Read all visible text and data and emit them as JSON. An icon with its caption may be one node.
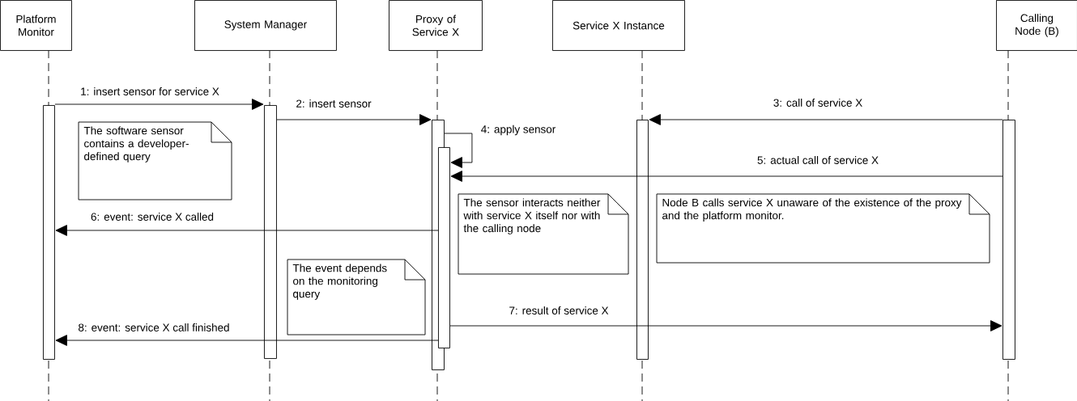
{
  "diagram": {
    "nodes": [
      {
        "text": [
          "Platform Monitor"
        ]
      },
      {
        "text": [
          "System Manager"
        ]
      },
      {
        "text": [
          "Proxy of Service X"
        ]
      },
      {
        "text": [
          "Service X Instance"
        ]
      },
      {
        "text": [
          "Calling Node (B)"
        ]
      },
      {
        "text": [],
        "shape": "bar"
      },
      {
        "text": [],
        "shape": "bar"
      },
      {
        "text": [],
        "shape": "bar"
      },
      {
        "text": [],
        "shape": "bar"
      },
      {
        "text": [],
        "shape": "bar"
      },
      {
        "text": [],
        "shape": "bar"
      },
      {
        "text": [
          "The software sensor contains a developer-defined query"
        ]
      },
      {
        "text": [
          "The sensor interacts neither with service X itself nor with the calling node"
        ]
      },
      {
        "text": [
          "Node B calls service X unaware of the existence of the proxy and the platform monitor."
        ]
      },
      {
        "text": [
          "The event depends on the monitoring query"
        ]
      }
    ],
    "edges": [
      {
        "from": 5,
        "to": 6,
        "arrow": "to",
        "label": "1: insert sensor for service X"
      },
      {
        "from": 6,
        "to": 7,
        "arrow": "to",
        "label": "2: insert sensor"
      },
      {
        "from": 10,
        "to": 9,
        "arrow": "to",
        "label": "3: call of service X"
      },
      {
        "from": 7,
        "to": 8,
        "arrow": "to",
        "label": "4: apply sensor"
      },
      {
        "from": 10,
        "to": 8,
        "arrow": "to",
        "label": "5: actual call of service X"
      },
      {
        "from": 8,
        "to": 5,
        "arrow": "to",
        "label": "6: event: service X called"
      },
      {
        "from": 8,
        "to": 10,
        "arrow": "to",
        "label": "7: result of service X"
      },
      {
        "from": 8,
        "to": 5,
        "arrow": "to",
        "label": "8: event: service X call finished"
      }
    ]
  }
}
